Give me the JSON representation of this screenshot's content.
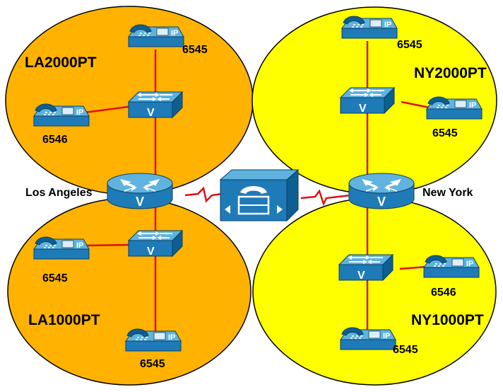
{
  "zones": [
    {
      "id": "la2000",
      "label": "LA2000PT",
      "color": "#FFB300"
    },
    {
      "id": "la1000",
      "label": "LA1000PT",
      "color": "#FFB300"
    },
    {
      "id": "ny2000",
      "label": "NY2000PT",
      "color": "#FFFF00"
    },
    {
      "id": "ny1000",
      "label": "NY1000PT",
      "color": "#FFFF00"
    }
  ],
  "sites": {
    "la_router": "Los Angeles",
    "ny_router": "New York"
  },
  "phones": {
    "la2000_top": "6545",
    "la2000_left": "6546",
    "la1000_left": "6545",
    "la1000_bottom": "6545",
    "ny2000_top": "6545",
    "ny2000_right": "6545",
    "ny1000_right": "6546",
    "ny1000_bottom": "6545"
  },
  "icons": {
    "phone": "ip-phone-icon",
    "switch": "voice-switch-icon",
    "router": "voice-router-icon",
    "gatekeeper": "gatekeeper-icon",
    "wan": "serial-link-icon"
  },
  "colors": {
    "la_zone": "#FFB300",
    "ny_zone": "#FFFF00",
    "device_blue": "#1E7BB8",
    "link_red": "#E01010"
  }
}
